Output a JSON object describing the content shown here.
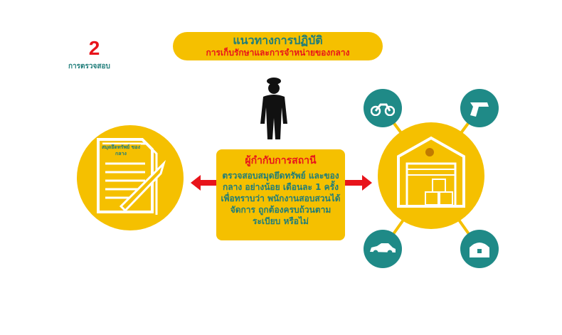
{
  "step": {
    "number": "2",
    "label": "การตรวจสอบ"
  },
  "title": {
    "main": "แนวทางการปฏิบัติ",
    "sub": "การเก็บรักษาและการจำหน่ายของกลาง"
  },
  "document_label": "สมุดยึดทรัพย์ ของกลาง",
  "box": {
    "heading": "ผู้กำกับการสถานี",
    "body": "ตรวจสอบสมุดยึดทรัพย์ และของกลาง อย่างน้อย เดือนละ 1 ครั้ง เพื่อทราบว่า พนักงานสอบสวนได้จัดการ ถูกต้องครบถ้วนตามระเบียบ หรือไม่"
  },
  "colors": {
    "yellow": "#f5c000",
    "teal": "#1f8a87",
    "red": "#e8141b"
  }
}
